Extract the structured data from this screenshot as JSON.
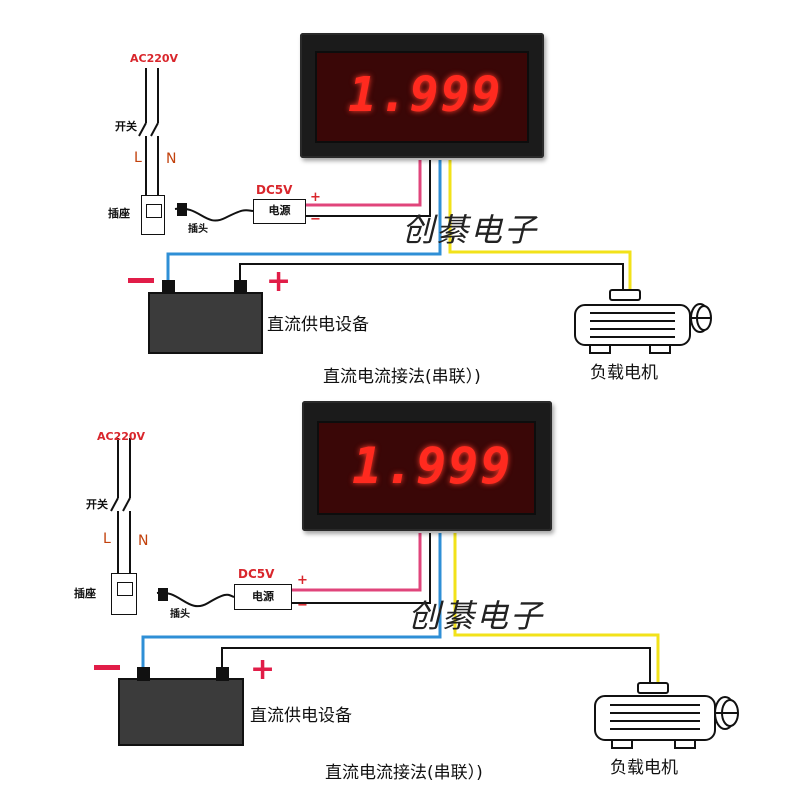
{
  "panels": [
    {
      "meter_reading": "1.999",
      "ac_label": "AC220V",
      "switch_label": "开关",
      "line_label": "L",
      "neutral_label": "N",
      "socket_label": "插座",
      "plug_label": "插头",
      "dc_label": "DC5V",
      "power_label": "电源",
      "plus_sign": "+",
      "minus_sign": "−",
      "watermark": "创綦电子",
      "dc_supply_label": "直流供电设备",
      "method_caption": "直流电流接法(串联）)",
      "load_label": "负载电机"
    },
    {
      "meter_reading": "1.999",
      "ac_label": "AC220V",
      "switch_label": "开关",
      "line_label": "L",
      "neutral_label": "N",
      "socket_label": "插座",
      "plug_label": "插头",
      "dc_label": "DC5V",
      "power_label": "电源",
      "plus_sign": "+",
      "minus_sign": "−",
      "watermark": "创綦电子",
      "dc_supply_label": "直流供电设备",
      "method_caption": "直流电流接法(串联）)",
      "load_label": "负载电机"
    }
  ],
  "colors": {
    "power_positive_wire": "#e0457b",
    "signal_wire": "#111111",
    "current_in_wire": "#2f8fd6",
    "current_out_wire": "#f2e21a",
    "digit_red": "#ff2a1f",
    "label_red": "#d9262c"
  }
}
